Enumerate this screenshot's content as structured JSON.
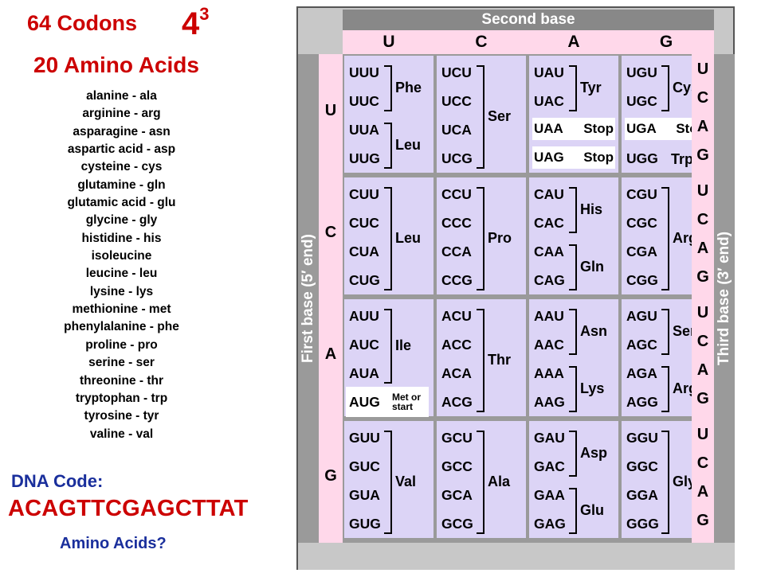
{
  "left": {
    "codons_title": "64 Codons",
    "power_base": "4",
    "power_exp": "3",
    "amino_title": "20 Amino Acids",
    "amino_list": [
      "alanine - ala",
      "arginine - arg",
      "asparagine - asn",
      "aspartic acid - asp",
      "cysteine - cys",
      "glutamine - gln",
      "glutamic acid - glu",
      "glycine - gly",
      "histidine - his",
      "isoleucine",
      "leucine - leu",
      "lysine - lys",
      "methionine - met",
      "phenylalanine - phe",
      "proline - pro",
      "serine - ser",
      "threonine - thr",
      "tryptophan - trp",
      "tyrosine - tyr",
      "valine - val"
    ],
    "dna_label": "DNA Code:",
    "dna_sequence": "ACAGTTCGAGCTTAT",
    "question": "Amino Acids?"
  },
  "table": {
    "second_base_label": "Second base",
    "first_base_label": "First base  (5′ end)",
    "third_base_label": "Third base  (3′ end)",
    "bases": [
      "U",
      "C",
      "A",
      "G"
    ],
    "stop_label": "Stop",
    "met_label_1": "Met or",
    "met_label_2": "start",
    "blocks": [
      [
        {
          "codons": [
            "UUU",
            "UUC",
            "UUA",
            "UUG"
          ],
          "groups": [
            {
              "aa": "Phe",
              "rows": [
                0,
                1
              ]
            },
            {
              "aa": "Leu",
              "rows": [
                2,
                3
              ]
            }
          ]
        },
        {
          "codons": [
            "UCU",
            "UCC",
            "UCA",
            "UCG"
          ],
          "groups": [
            {
              "aa": "Ser",
              "rows": [
                0,
                3
              ]
            }
          ]
        },
        {
          "codons": [
            "UAU",
            "UAC",
            "UAA",
            "UAG"
          ],
          "groups": [
            {
              "aa": "Tyr",
              "rows": [
                0,
                1
              ]
            }
          ],
          "stops": [
            2,
            3
          ]
        },
        {
          "codons": [
            "UGU",
            "UGC",
            "UGA",
            "UGG"
          ],
          "groups": [
            {
              "aa": "Cys",
              "rows": [
                0,
                1
              ]
            },
            {
              "aa": "Trp",
              "rows": [
                3,
                3
              ]
            }
          ],
          "stops": [
            2
          ]
        }
      ],
      [
        {
          "codons": [
            "CUU",
            "CUC",
            "CUA",
            "CUG"
          ],
          "groups": [
            {
              "aa": "Leu",
              "rows": [
                0,
                3
              ]
            }
          ]
        },
        {
          "codons": [
            "CCU",
            "CCC",
            "CCA",
            "CCG"
          ],
          "groups": [
            {
              "aa": "Pro",
              "rows": [
                0,
                3
              ]
            }
          ]
        },
        {
          "codons": [
            "CAU",
            "CAC",
            "CAA",
            "CAG"
          ],
          "groups": [
            {
              "aa": "His",
              "rows": [
                0,
                1
              ]
            },
            {
              "aa": "Gln",
              "rows": [
                2,
                3
              ]
            }
          ]
        },
        {
          "codons": [
            "CGU",
            "CGC",
            "CGA",
            "CGG"
          ],
          "groups": [
            {
              "aa": "Arg",
              "rows": [
                0,
                3
              ]
            }
          ]
        }
      ],
      [
        {
          "codons": [
            "AUU",
            "AUC",
            "AUA",
            "AUG"
          ],
          "groups": [
            {
              "aa": "Ile",
              "rows": [
                0,
                2
              ]
            }
          ],
          "start": 3
        },
        {
          "codons": [
            "ACU",
            "ACC",
            "ACA",
            "ACG"
          ],
          "groups": [
            {
              "aa": "Thr",
              "rows": [
                0,
                3
              ]
            }
          ]
        },
        {
          "codons": [
            "AAU",
            "AAC",
            "AAA",
            "AAG"
          ],
          "groups": [
            {
              "aa": "Asn",
              "rows": [
                0,
                1
              ]
            },
            {
              "aa": "Lys",
              "rows": [
                2,
                3
              ]
            }
          ]
        },
        {
          "codons": [
            "AGU",
            "AGC",
            "AGA",
            "AGG"
          ],
          "groups": [
            {
              "aa": "Ser",
              "rows": [
                0,
                1
              ]
            },
            {
              "aa": "Arg",
              "rows": [
                2,
                3
              ]
            }
          ]
        }
      ],
      [
        {
          "codons": [
            "GUU",
            "GUC",
            "GUA",
            "GUG"
          ],
          "groups": [
            {
              "aa": "Val",
              "rows": [
                0,
                3
              ]
            }
          ]
        },
        {
          "codons": [
            "GCU",
            "GCC",
            "GCA",
            "GCG"
          ],
          "groups": [
            {
              "aa": "Ala",
              "rows": [
                0,
                3
              ]
            }
          ]
        },
        {
          "codons": [
            "GAU",
            "GAC",
            "GAA",
            "GAG"
          ],
          "groups": [
            {
              "aa": "Asp",
              "rows": [
                0,
                1
              ]
            },
            {
              "aa": "Glu",
              "rows": [
                2,
                3
              ]
            }
          ]
        },
        {
          "codons": [
            "GGU",
            "GGC",
            "GGA",
            "GGG"
          ],
          "groups": [
            {
              "aa": "Gly",
              "rows": [
                0,
                3
              ]
            }
          ]
        }
      ]
    ]
  }
}
